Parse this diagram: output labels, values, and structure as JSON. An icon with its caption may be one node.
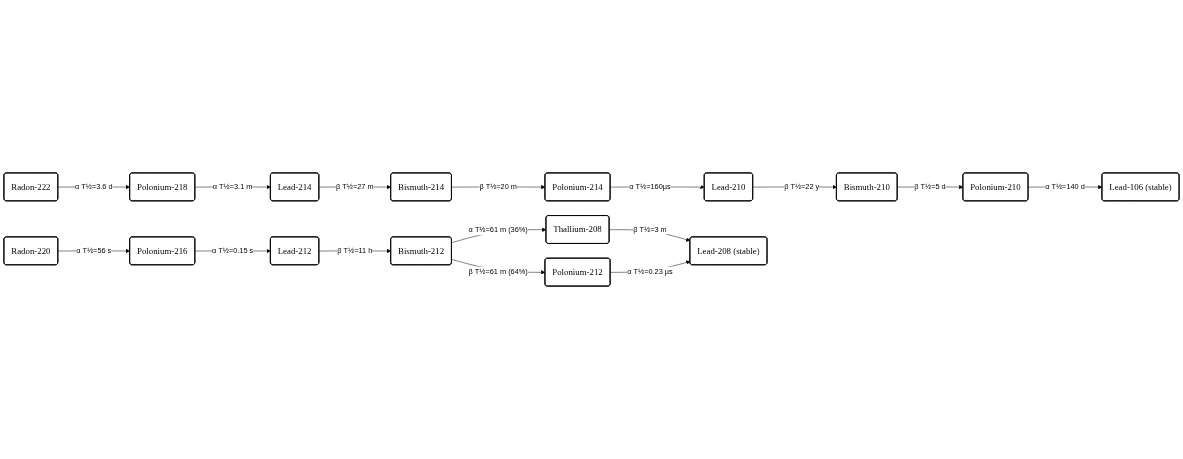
{
  "diagram": {
    "nodes": [
      {
        "text": [
          "Radon-222"
        ]
      },
      {
        "text": [
          "Polonium-218"
        ]
      },
      {
        "text": [
          "Polonium-214"
        ]
      },
      {
        "text": [
          "Polonium-210"
        ]
      },
      {
        "text": [
          "Bismuth-214"
        ]
      },
      {
        "text": [
          "Bismuth-210"
        ]
      },
      {
        "text": [
          "Lead-214"
        ]
      },
      {
        "text": [
          "Lead-210"
        ]
      },
      {
        "text": [
          "Lead-106 (stable)"
        ]
      },
      {
        "text": [
          "Radon-220"
        ]
      },
      {
        "text": [
          "Polonium-216"
        ]
      },
      {
        "text": [
          "Lead-212"
        ]
      },
      {
        "text": [
          "Bismuth-212"
        ]
      },
      {
        "text": [
          "Thallium-208"
        ]
      },
      {
        "text": [
          "Polonium-212"
        ]
      },
      {
        "text": [
          "Lead-208 (stable)"
        ]
      }
    ],
    "edges": [
      {
        "from": 0,
        "to": 1,
        "arrow": "to",
        "label": "α T½=3.6 d"
      },
      {
        "from": 1,
        "to": 6,
        "arrow": "to",
        "label": "α T½=3.1 m"
      },
      {
        "from": 6,
        "to": 4,
        "arrow": "to",
        "label": "β T½=27 m"
      },
      {
        "from": 4,
        "to": 2,
        "arrow": "to",
        "label": "β T½=20 m"
      },
      {
        "from": 2,
        "to": 7,
        "arrow": "to",
        "label": "α T½=160µs"
      },
      {
        "from": 7,
        "to": 5,
        "arrow": "to",
        "label": "β T½=22 y"
      },
      {
        "from": 5,
        "to": 3,
        "arrow": "to",
        "label": "β T½=5 d"
      },
      {
        "from": 3,
        "to": 8,
        "arrow": "to",
        "label": "α T½=140 d"
      },
      {
        "from": 9,
        "to": 10,
        "arrow": "to",
        "label": "α T½=56 s"
      },
      {
        "from": 10,
        "to": 11,
        "arrow": "to",
        "label": "α T½=0.15 s"
      },
      {
        "from": 11,
        "to": 12,
        "arrow": "to",
        "label": "β T½=11 h"
      },
      {
        "from": 12,
        "to": 13,
        "arrow": "to",
        "label": "α T½=61 m (36%)"
      },
      {
        "from": 12,
        "to": 14,
        "arrow": "to",
        "label": "β T½=61 m (64%)"
      },
      {
        "from": 13,
        "to": 15,
        "arrow": "to",
        "label": "β T½=3 m"
      },
      {
        "from": 14,
        "to": 15,
        "arrow": "to",
        "label": "α T½=0.23 µs"
      }
    ]
  }
}
